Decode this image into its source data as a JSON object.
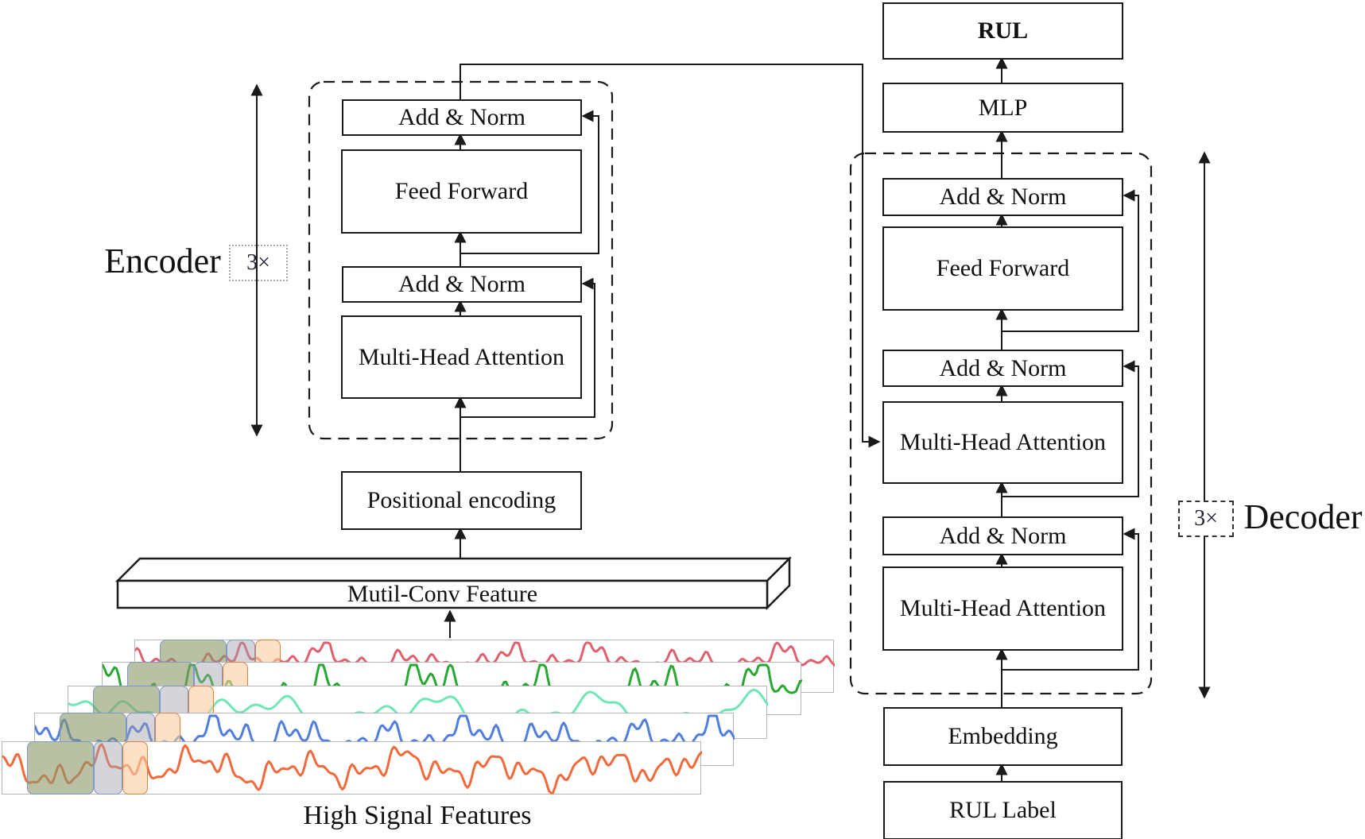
{
  "diagram": {
    "line_color": "#1a1a1a",
    "encoder": {
      "label": "Encoder",
      "repeat_badge": "3×",
      "add_norm_top": "Add & Norm",
      "feed_forward": "Feed Forward",
      "add_norm_mid": "Add & Norm",
      "multi_head_attention": "Multi-Head Attention"
    },
    "decoder": {
      "label": "Decoder",
      "repeat_badge": "3×",
      "add_norm_top": "Add & Norm",
      "feed_forward": "Feed Forward",
      "add_norm_mid": "Add & Norm",
      "multi_head_attention_upper": "Multi-Head Attention",
      "add_norm_low": "Add & Norm",
      "multi_head_attention_lower": "Multi-Head Attention"
    },
    "outputs": {
      "rul": "RUL",
      "mlp": "MLP"
    },
    "inputs": {
      "embedding": "Embedding",
      "rul_label": "RUL Label",
      "positional_encoding": "Positional encoding",
      "multi_conv_feature": "Mutil-Conv Feature",
      "high_signal_features": "High Signal Features"
    },
    "signals": [
      {
        "name": "signal-red",
        "color": "#e0606e"
      },
      {
        "name": "signal-green",
        "color": "#27a833"
      },
      {
        "name": "signal-mint",
        "color": "#6fe7b5"
      },
      {
        "name": "signal-blue",
        "color": "#4f7de0"
      },
      {
        "name": "signal-orange",
        "color": "#f2693c"
      }
    ],
    "sliding_windows": [
      {
        "name": "window-green",
        "fill": "rgba(139,150,103,0.60)",
        "border": "#7c97c9"
      },
      {
        "name": "window-gray",
        "fill": "rgba(160,160,170,0.45)",
        "border": "#7c97c9"
      },
      {
        "name": "window-orange",
        "fill": "rgba(250,205,160,0.60)",
        "border": "#e08040"
      }
    ]
  }
}
